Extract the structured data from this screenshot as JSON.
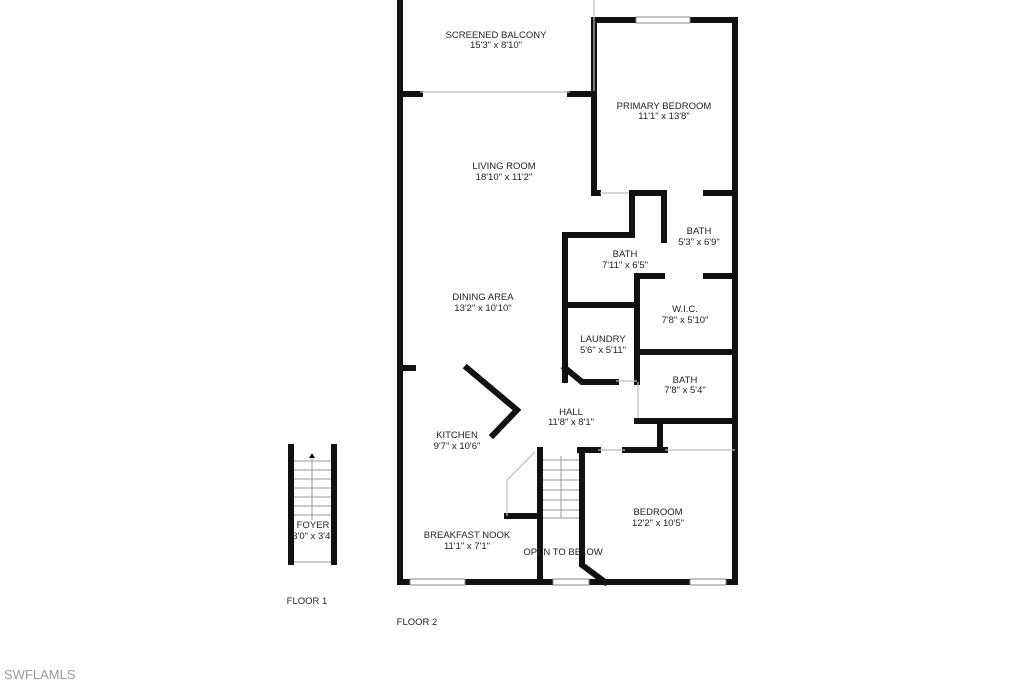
{
  "floors": [
    {
      "label": "FLOOR 1",
      "rooms": [
        {
          "name": "FOYER",
          "size": "3'0\" x 3'4\""
        }
      ]
    },
    {
      "label": "FLOOR 2",
      "rooms": [
        {
          "name": "SCREENED BALCONY",
          "size": "15'3\" x 8'10\""
        },
        {
          "name": "PRIMARY BEDROOM",
          "size": "11'1\" x 13'8\""
        },
        {
          "name": "LIVING ROOM",
          "size": "18'10\" x 11'2\""
        },
        {
          "name": "BATH",
          "size": "5'3\" x 6'9\""
        },
        {
          "name": "BATH",
          "size": "7'11\" x 6'5\""
        },
        {
          "name": "DINING AREA",
          "size": "13'2\" x 10'10\""
        },
        {
          "name": "W.I.C.",
          "size": "7'8\" x 5'10\""
        },
        {
          "name": "LAUNDRY",
          "size": "5'6\" x 5'11\""
        },
        {
          "name": "BATH",
          "size": "7'8\" x 5'4\""
        },
        {
          "name": "HALL",
          "size": "11'8\" x 8'1\""
        },
        {
          "name": "KITCHEN",
          "size": "9'7\" x 10'6\""
        },
        {
          "name": "BEDROOM",
          "size": "12'2\" x 10'5\""
        },
        {
          "name": "BREAKFAST NOOK",
          "size": "11'1\" x 7'1\""
        }
      ],
      "note": "OPEN TO BELOW"
    }
  ],
  "watermark": "SWFLAMLS",
  "colors": {
    "wall": "#111111",
    "text": "#222222",
    "watermark": "#999999"
  }
}
